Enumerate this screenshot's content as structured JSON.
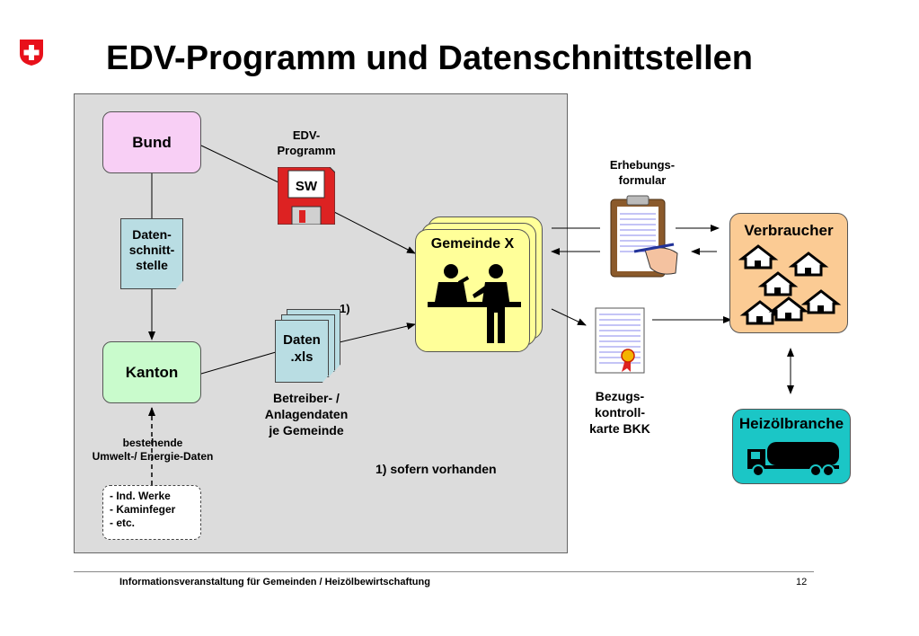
{
  "title": "EDV-Programm und Datenschnittstellen",
  "colors": {
    "bund": "#f8cff5",
    "schnittstelle": "#b9dde3",
    "kanton": "#c9fbcc",
    "gemeinde": "#ffff99",
    "verbraucher": "#fbcb94",
    "heizoel": "#1bc6c6",
    "floppy": "#dd2222"
  },
  "nodes": {
    "bund": "Bund",
    "schnittstelle": [
      "Daten-",
      "schnitt-",
      "stelle"
    ],
    "kanton": "Kanton",
    "edv_programm": [
      "EDV-",
      "Programm"
    ],
    "sw": "SW",
    "gemeinde": "Gemeinde X",
    "daten_xls": [
      "Daten",
      ".xls"
    ],
    "footnote_marker": "1)",
    "betreiber": [
      "Betreiber- /",
      "Anlagendaten",
      "je Gemeinde"
    ],
    "bestehende": [
      "bestehende",
      "Umwelt-/ Energie-Daten"
    ],
    "sources": [
      "- Ind. Werke",
      "- Kaminfeger",
      "- etc."
    ],
    "sofern": "1) sofern vorhanden",
    "erhebungsformular": [
      "Erhebungs-",
      "formular"
    ],
    "bkk": [
      "Bezugs-",
      "kontroll-",
      "karte BKK"
    ],
    "verbraucher": "Verbraucher",
    "heizoelbranche": "Heizölbranche"
  },
  "icons": [
    "swiss-cross-icon",
    "floppy-disk-icon",
    "people-counter-icon",
    "clipboard-icon",
    "certificate-icon",
    "house-icon",
    "truck-icon"
  ],
  "footer": {
    "left": "Informationsveranstaltung für Gemeinden /  Heizölbewirtschaftung",
    "page": "12"
  }
}
